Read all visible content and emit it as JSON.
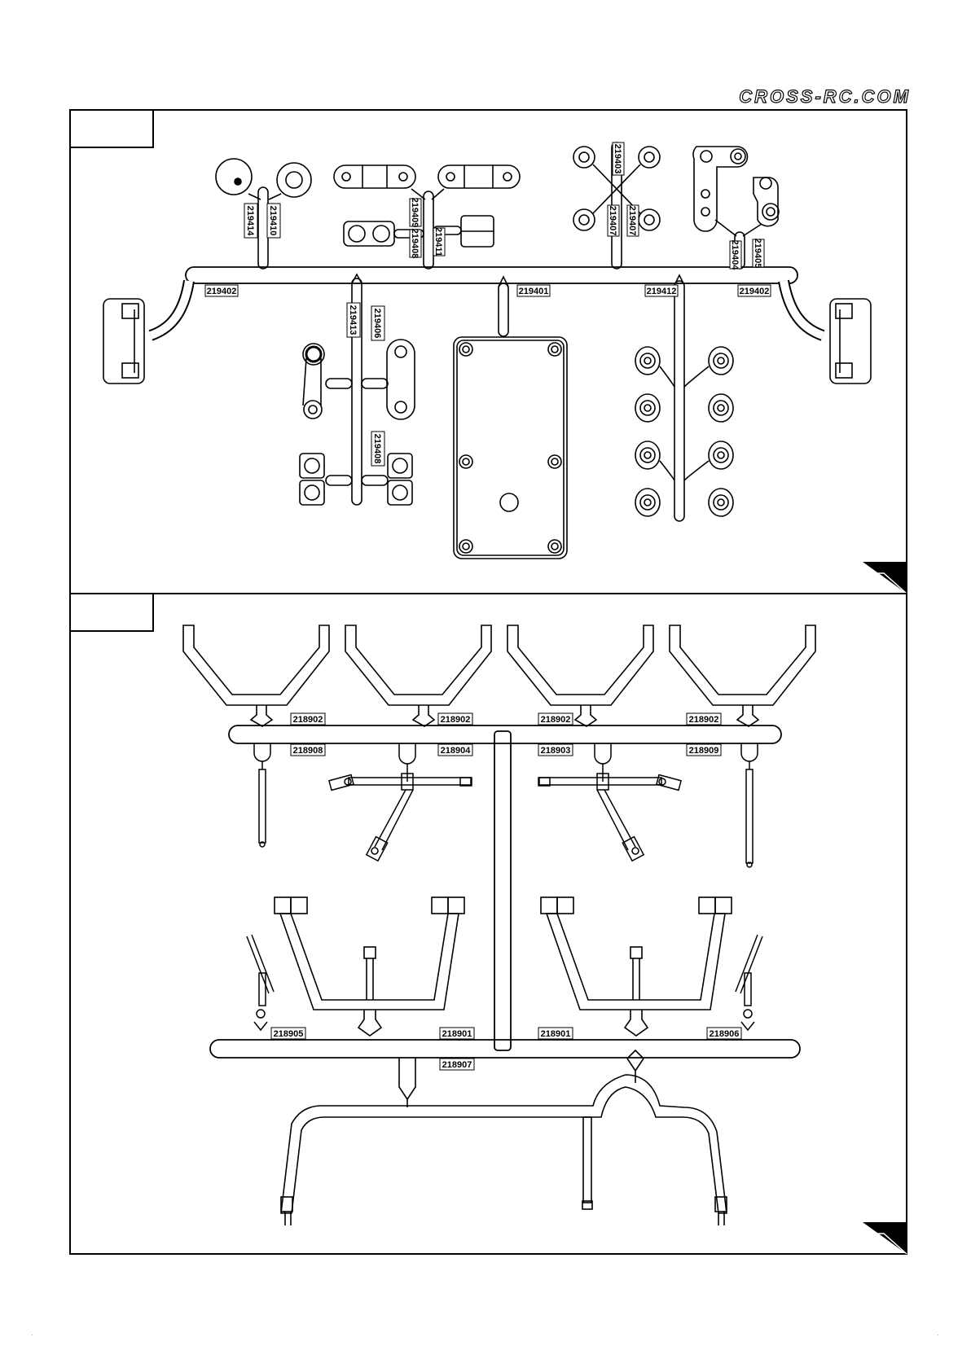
{
  "brand": "CROSS-RC.COM",
  "sheet_a": {
    "labels": {
      "l219402_left": "219402",
      "l219402_right": "219402",
      "l219401": "219401",
      "l219412": "219412",
      "l219414": "219414",
      "l219410": "219410",
      "l219409": "219409",
      "l219408a": "219408",
      "l219411": "219411",
      "l219403": "219403",
      "l219407a": "219407",
      "l219407b": "219407",
      "l219404": "219404",
      "l219405": "219405",
      "l219413": "219413",
      "l219406": "219406",
      "l219408b": "219408"
    }
  },
  "sheet_b": {
    "labels": {
      "l218902_1": "218902",
      "l218902_2": "218902",
      "l218902_3": "218902",
      "l218902_4": "218902",
      "l218908": "218908",
      "l218904": "218904",
      "l218903": "218903",
      "l218909": "218909",
      "l218905": "218905",
      "l218901_left": "218901",
      "l218901_right": "218901",
      "l218906": "218906",
      "l218907": "218907"
    }
  },
  "footer": {
    "left_mark": ".",
    "right_mark": "."
  },
  "colors": {
    "line": "#000000",
    "background": "#ffffff"
  }
}
